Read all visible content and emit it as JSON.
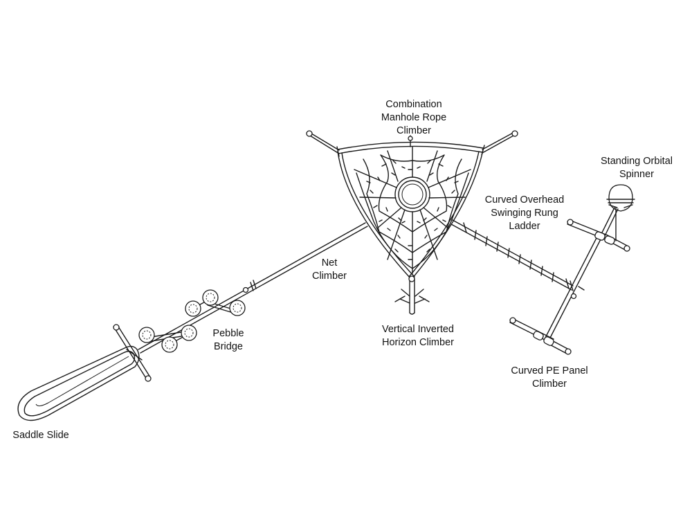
{
  "labels": {
    "combination_manhole": [
      "Combination",
      "Manhole Rope",
      "Climber"
    ],
    "standing_orbital": [
      "Standing Orbital",
      "Spinner"
    ],
    "curved_overhead": [
      "Curved Overhead",
      "Swinging Rung",
      "Ladder"
    ],
    "net_climber": [
      "Net",
      "Climber"
    ],
    "vertical_inverted": [
      "Vertical Inverted",
      "Horizon Climber"
    ],
    "pebble_bridge": [
      "Pebble",
      "Bridge"
    ],
    "curved_pe_panel": [
      "Curved PE Panel",
      "Climber"
    ],
    "saddle_slide": [
      "Saddle Slide"
    ]
  },
  "colors": {
    "line": "#1a1a1a",
    "background": "#ffffff"
  }
}
